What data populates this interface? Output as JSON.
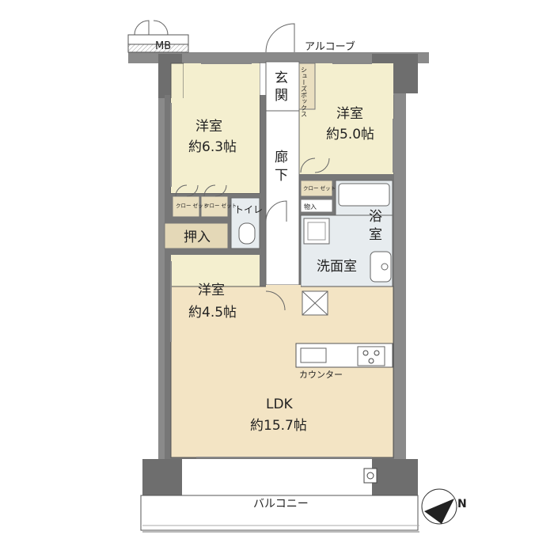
{
  "labels": {
    "mb": "MB",
    "alcove": "アルコーブ",
    "genkan": [
      "玄",
      "関"
    ],
    "shoes_box": "シューズボックス",
    "roka": [
      "廊",
      "下"
    ],
    "room_a_name": "洋室",
    "room_a_size": "約6.3帖",
    "room_b_name": "洋室",
    "room_b_size": "約5.0帖",
    "room_c_name": "洋室",
    "room_c_size": "約4.5帖",
    "closet": "クロー\nゼット",
    "oshiire": "押入",
    "toilet": "トイレ",
    "monoire": "物入",
    "yokushitsu": [
      "浴",
      "室"
    ],
    "senmenshitsu": "洗面室",
    "counter": "カウンター",
    "ldk": "LDK",
    "ldk_size": "約15.7帖",
    "balcony": "バルコニー",
    "north": "N"
  },
  "colors": {
    "room_fill": "#f4efcf",
    "ldk_fill": "#f3e4c4",
    "wall": "#6b6b6b",
    "wet_fill": "#e7ecef",
    "closet_fill": "#eadfc0",
    "oshiire_fill": "#e4d8b7"
  }
}
